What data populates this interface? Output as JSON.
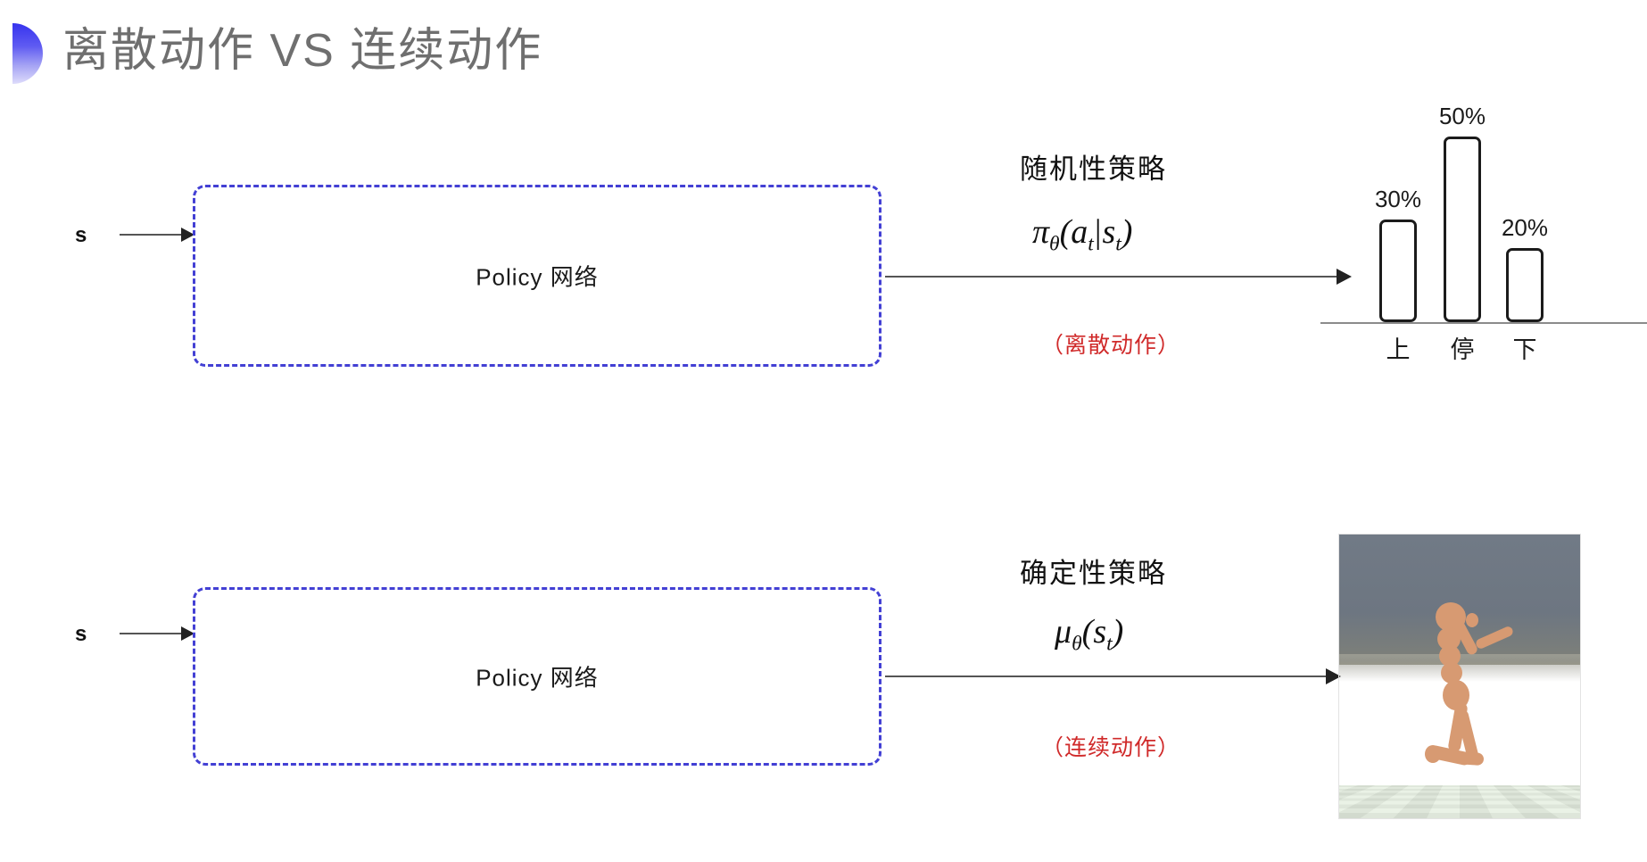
{
  "slide": {
    "title": "离散动作 VS 连续动作",
    "background_color": "#ffffff",
    "title_color": "#6f6f6f",
    "accent_color": "#3633ee",
    "box_border_color": "#4340d4",
    "note_color": "#d02a2a"
  },
  "rows": [
    {
      "id": "discrete",
      "input_label": "s",
      "box_label": "Policy 网络",
      "policy_name": "随机性策略",
      "formula_plain": "πθ(at|st)",
      "formula_parts": {
        "pi": "π",
        "theta": "θ",
        "open": "(",
        "a": "a",
        "a_sub": "t",
        "bar": "|",
        "s": "s",
        "s_sub": "t",
        "close": ")"
      },
      "note": "（离散动作）"
    },
    {
      "id": "continuous",
      "input_label": "s",
      "box_label": "Policy 网络",
      "policy_name": "确定性策略",
      "formula_plain": "μθ(st)",
      "formula_parts": {
        "mu": "μ",
        "theta": "θ",
        "open": "(",
        "s": "s",
        "s_sub": "t",
        "close": ")"
      },
      "note": "（连续动作）"
    }
  ],
  "chart_data": {
    "type": "bar",
    "title": "",
    "categories": [
      "上",
      "停",
      "下"
    ],
    "values": [
      30,
      50,
      20
    ],
    "value_labels": [
      "30%",
      "50%",
      "20%"
    ],
    "xlabel": "",
    "ylabel": "",
    "ylim": [
      0,
      60
    ],
    "grid": false,
    "legend": "none",
    "bar_fill": "#ffffff",
    "bar_stroke": "#1b1b1b"
  },
  "sim_image": {
    "name": "mujoco-humanoid-simulation",
    "description": "MuJoCo humanoid running on checkerboard floor",
    "sky_color": "#6d7681",
    "floor_light": "#eaf2e6",
    "floor_dark": "#0c0c0c",
    "body_color": "#d79a72"
  }
}
